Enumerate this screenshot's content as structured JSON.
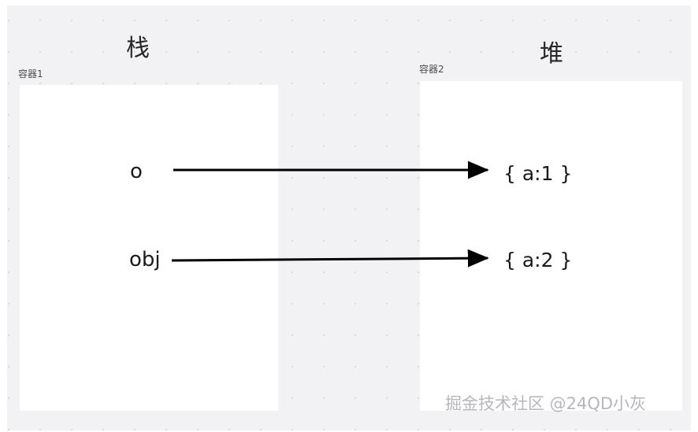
{
  "diagram": {
    "zones": [
      {
        "title": "栈",
        "container_label": "容器1"
      },
      {
        "title": "堆",
        "container_label": "容器2"
      }
    ],
    "variables": [
      {
        "name": "o"
      },
      {
        "name": "obj"
      }
    ],
    "objects": [
      {
        "value": "{ a:1 }"
      },
      {
        "value": "{ a:2 }"
      }
    ],
    "arrows": [
      {
        "from": "o",
        "to": "{ a:1 }",
        "style": "solid-arrow"
      },
      {
        "from": "obj",
        "to": "{ a:2 }",
        "style": "solid-arrow"
      }
    ],
    "watermark": "掘金技术社区 @24QD小灰",
    "colors": {
      "background": "#f2f2f4",
      "grid_dot": "#d9d9de",
      "container_fill": "#ffffff",
      "text": "#1b1b1f",
      "label_text": "#4a4a50",
      "arrow": "#000000",
      "watermark": "#9a9aa2"
    }
  }
}
